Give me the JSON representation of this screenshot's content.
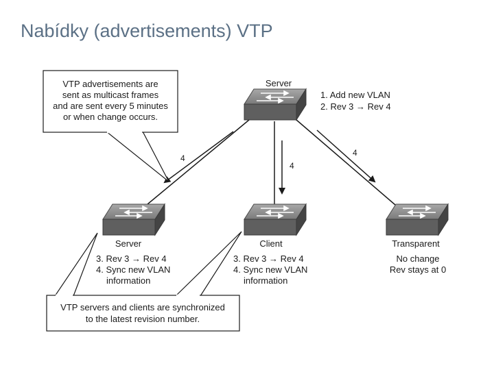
{
  "title": "Nabídky (advertisements) VTP",
  "callout_top": {
    "lines": [
      "VTP advertisements are",
      "sent as multicast frames",
      "and are sent every 5 minutes",
      "or when change occurs."
    ]
  },
  "callout_bottom": {
    "lines": [
      "VTP servers and clients are synchronized",
      "to the latest revision number."
    ]
  },
  "nodes": {
    "top_server": {
      "label": "Server",
      "notes": [
        "1. Add new VLAN",
        "2. Rev 3 → Rev 4"
      ]
    },
    "left_server": {
      "label": "Server",
      "notes": [
        "3. Rev 3 → Rev 4",
        "4. Sync new VLAN",
        "information"
      ]
    },
    "client": {
      "label": "Client",
      "notes": [
        "3. Rev 3 → Rev 4",
        "4. Sync new VLAN",
        "information"
      ]
    },
    "transparent": {
      "label": "Transparent",
      "notes": [
        "No change",
        "Rev stays at 0"
      ]
    }
  },
  "arrows": {
    "left": "4",
    "middle": "4",
    "right": "4"
  },
  "colors": {
    "title": "#5b7085",
    "switch_top": "#8a8a8a",
    "switch_side": "#5a5a5a",
    "line": "#1a1a1a"
  }
}
